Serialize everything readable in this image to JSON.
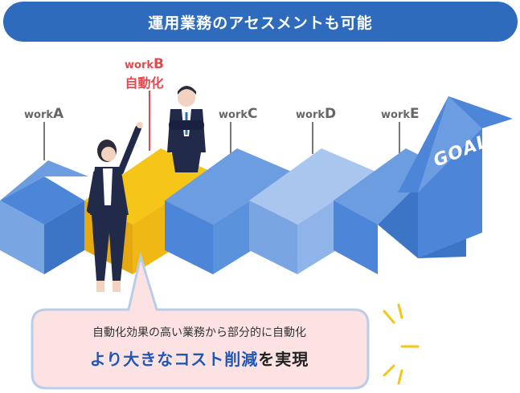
{
  "header": {
    "title": "運用業務のアセスメントも可能"
  },
  "steps": [
    {
      "prefix": "work",
      "letter": "A"
    },
    {
      "prefix": "work",
      "letter": "B",
      "sub": "自動化"
    },
    {
      "prefix": "work",
      "letter": "C"
    },
    {
      "prefix": "work",
      "letter": "D"
    },
    {
      "prefix": "work",
      "letter": "E"
    }
  ],
  "goal": "GOAL",
  "bubble": {
    "line1": "自動化効果の高い業務から部分的に自動化",
    "line2_highlight": "より大きなコスト削減",
    "line2_rest": "を実現"
  },
  "colors": {
    "header": "#2f6bbd",
    "highlight_red": "#e5484d",
    "highlight_blue": "#1f57b5",
    "step_blue": "#6b9de0",
    "step_yellow": "#f5c518",
    "bubble_fill": "#fde2e4",
    "bubble_stroke": "#b9cde8"
  }
}
